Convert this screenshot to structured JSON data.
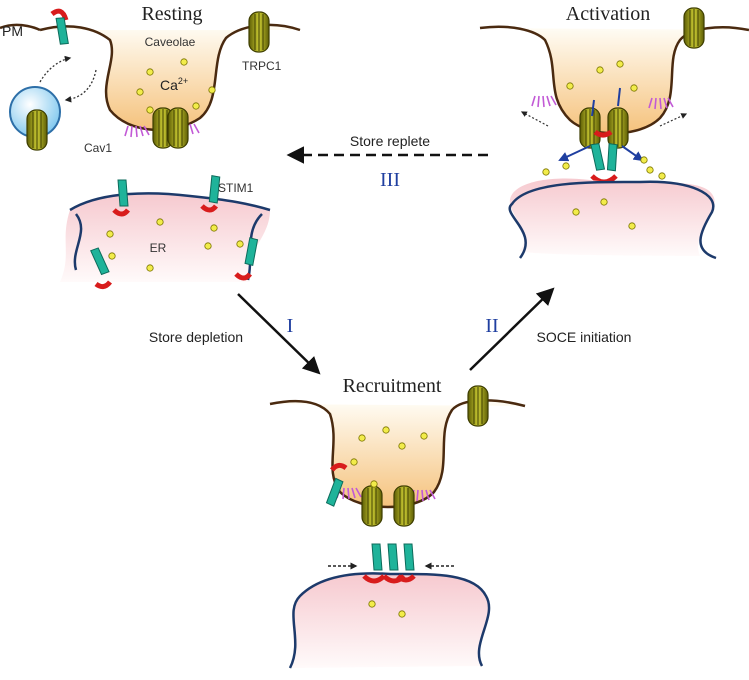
{
  "titles": {
    "resting": "Resting",
    "activation": "Activation",
    "recruitment": "Recruitment"
  },
  "labels": {
    "pm": "PM",
    "caveolae": "Caveolae",
    "ca": "Ca",
    "ca_sup": "2+",
    "trpc1": "TRPC1",
    "cav1": "Cav1",
    "stim1": "STIM1",
    "er": "ER"
  },
  "arrows": {
    "store_replete": "Store replete",
    "store_depletion": "Store depletion",
    "soce_initiation": "SOCE initiation",
    "step_i": "I",
    "step_ii": "II",
    "step_iii": "III"
  },
  "colors": {
    "membrane": "#4a2a10",
    "er_membrane": "#1d3a6b",
    "trpc": "#8f8f12",
    "stim": "#1fb39a",
    "orai_red": "#d81c1c",
    "cav1": "#c25ad6",
    "calcium": "#f2ec4a",
    "vesicle": "#9fd6f2",
    "roman": "#1f3fa0"
  }
}
